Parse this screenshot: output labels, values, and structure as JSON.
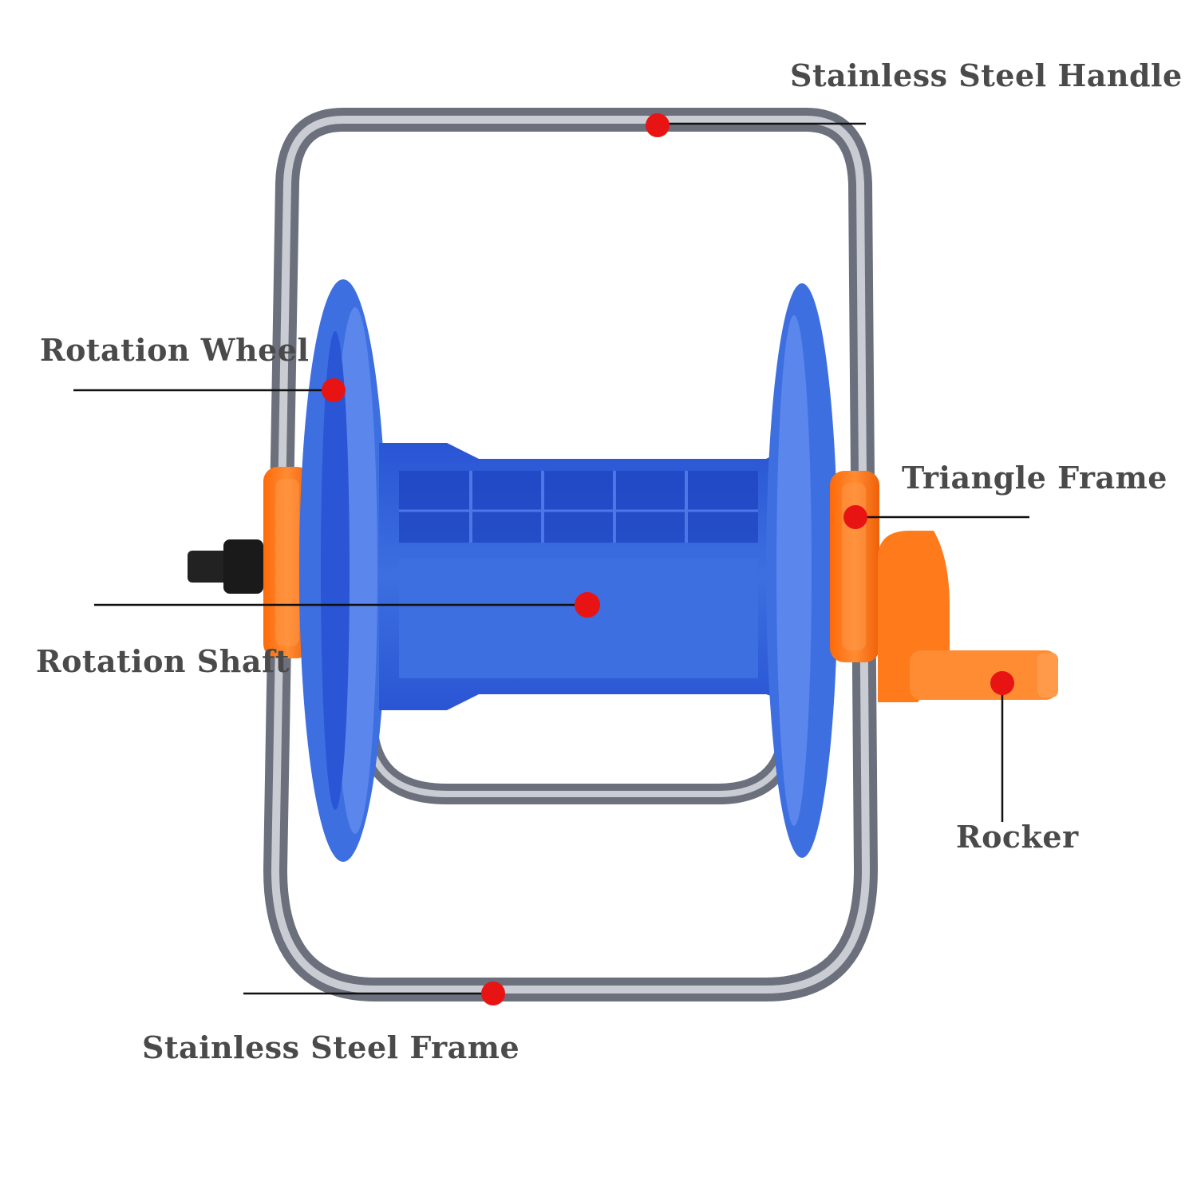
{
  "labels": {
    "handle": "Stainless Steel Handle",
    "wheel": "Rotation Wheel",
    "triangle": "Triangle Frame",
    "shaft": "Rotation Shaft",
    "rocker": "Rocker",
    "frame": "Stainless Steel Frame"
  },
  "colors": {
    "background": "#ffffff",
    "reel_blue": "#3d6fe0",
    "reel_dark_blue": "#2a4fc0",
    "accent_orange": "#ff7a1a",
    "steel": "#8a8e99",
    "marker_red": "#e81414",
    "leader_line": "#111111",
    "label_text": "#4a4a4a"
  }
}
